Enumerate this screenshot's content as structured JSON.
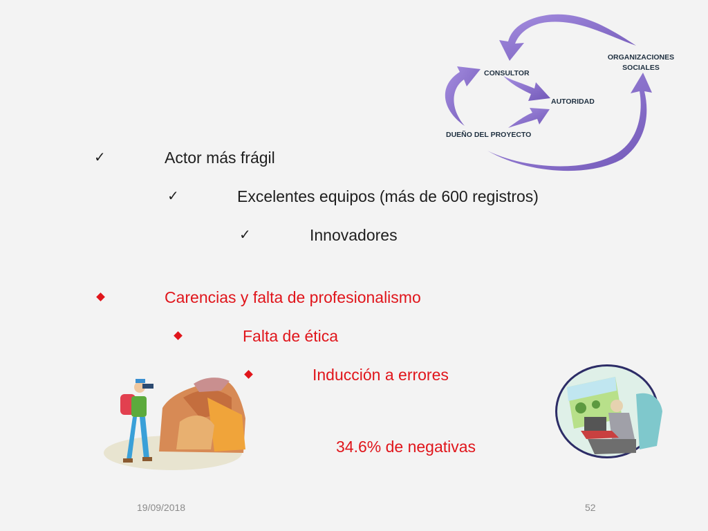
{
  "diagram": {
    "consultor": "CONSULTOR",
    "organizaciones": "ORGANIZACIONES",
    "sociales": "SOCIALES",
    "autoridad": "AUTORIDAD",
    "dueno": "DUEÑO DEL PROYECTO",
    "arrow_color": "#8b72c9"
  },
  "checks": [
    {
      "text": "Actor más frágil"
    },
    {
      "text": "Excelentes equipos (más de 600 registros)"
    },
    {
      "text": "Innovadores"
    }
  ],
  "diamonds": [
    {
      "text": "Carencias y falta de profesionalismo"
    },
    {
      "text": "Falta de ética"
    },
    {
      "text": "Inducción a errores"
    }
  ],
  "stat": "34.6% de negativas",
  "footer": {
    "date": "19/09/2018",
    "page": "52"
  },
  "colors": {
    "background": "#f3f3f3",
    "text": "#1e1e1e",
    "accent_red": "#e0151b"
  },
  "images": {
    "left": "hiker-with-binoculars-clipart",
    "right": "person-at-laptop-clipart"
  }
}
